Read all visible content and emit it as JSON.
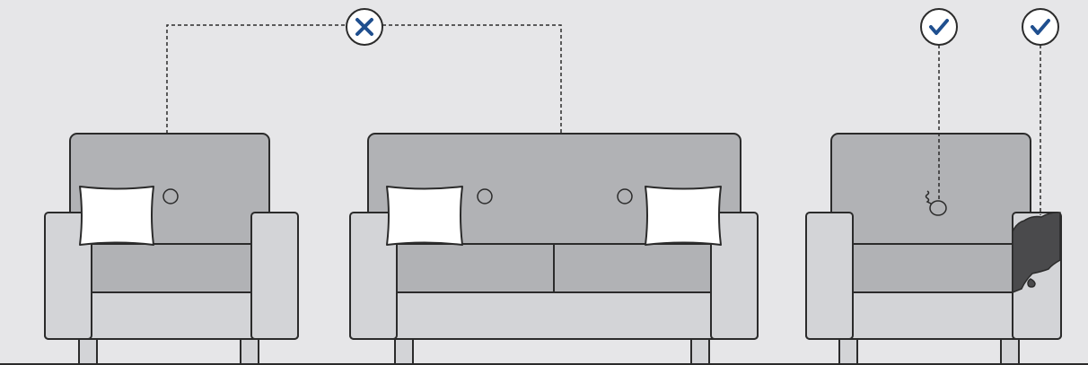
{
  "colors": {
    "background": "#e6e6e8",
    "outline": "#2b2b2b",
    "back_fill": "#b1b2b5",
    "arm_fill": "#d3d4d7",
    "cushion_fill": "#b1b2b5",
    "pillow_fill": "#ffffff",
    "stain_fill": "#4a4a4c",
    "badge_fill": "#ffffff",
    "badge_symbol": "#1f4f8f",
    "leader_line": "#2b2b2b"
  },
  "icons": {
    "rejected_badge": "x-mark-icon",
    "approved_badge": "check-mark-icon"
  },
  "furniture": [
    {
      "id": "armchair-clean",
      "type": "armchair"
    },
    {
      "id": "sofa-clean",
      "type": "sofa"
    },
    {
      "id": "armchair-damaged",
      "type": "armchair"
    }
  ]
}
